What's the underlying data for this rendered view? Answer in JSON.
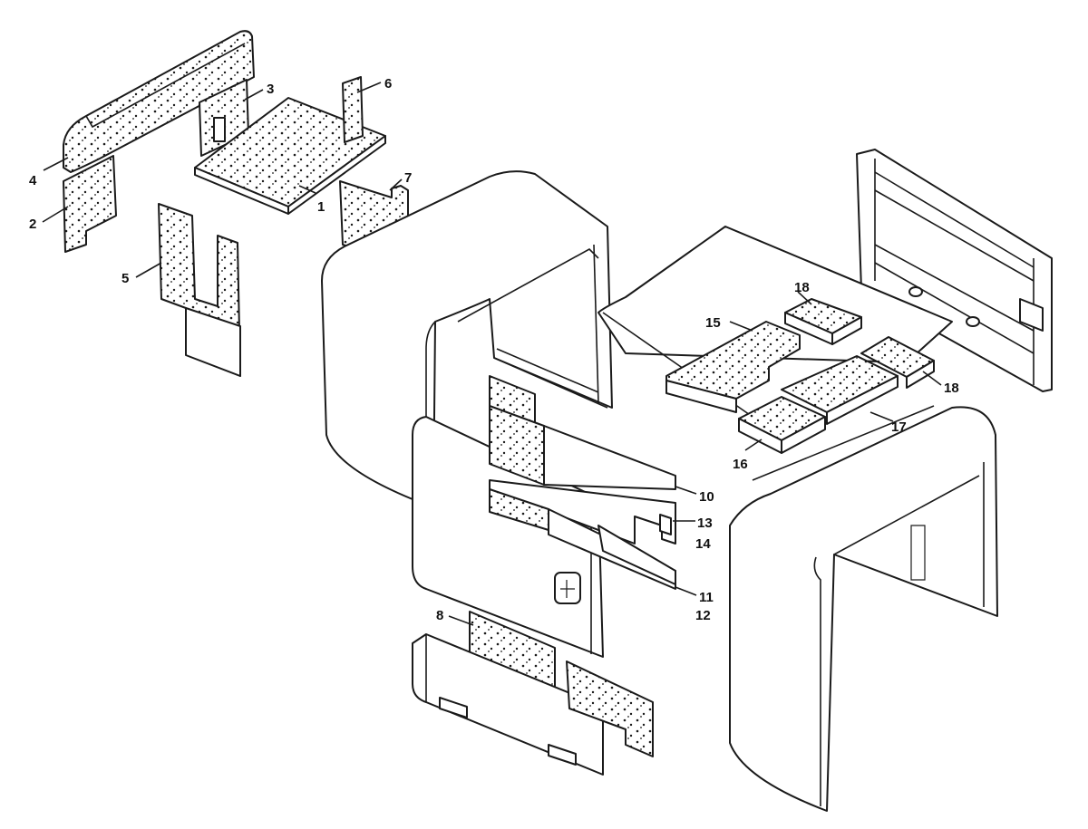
{
  "callouts": [
    {
      "id": "1",
      "label": "1"
    },
    {
      "id": "2",
      "label": "2"
    },
    {
      "id": "3",
      "label": "3"
    },
    {
      "id": "4",
      "label": "4"
    },
    {
      "id": "5",
      "label": "5"
    },
    {
      "id": "6",
      "label": "6"
    },
    {
      "id": "7",
      "label": "7"
    },
    {
      "id": "8",
      "label": "8"
    },
    {
      "id": "10",
      "label": "10"
    },
    {
      "id": "11",
      "label": "11"
    },
    {
      "id": "12",
      "label": "12"
    },
    {
      "id": "13",
      "label": "13"
    },
    {
      "id": "14",
      "label": "14"
    },
    {
      "id": "15",
      "label": "15"
    },
    {
      "id": "16",
      "label": "16"
    },
    {
      "id": "17",
      "label": "17"
    },
    {
      "id": "18a",
      "label": "18"
    },
    {
      "id": "18b",
      "label": "18"
    }
  ]
}
